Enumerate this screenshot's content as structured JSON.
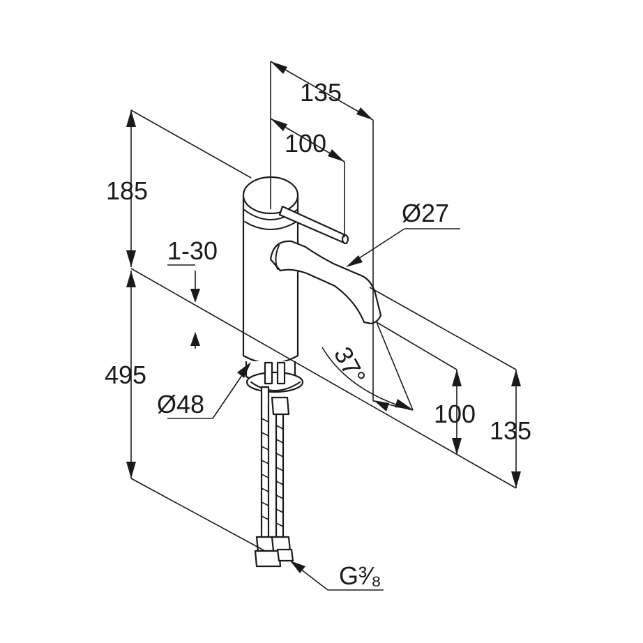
{
  "drawing": {
    "title": "",
    "dimensions": {
      "spout_reach_total": "135",
      "lever_reach": "100",
      "height_above_deck": "185",
      "spout_diameter": "Ø27",
      "deck_thickness": "1-30",
      "base_diameter": "Ø48",
      "hose_length": "495",
      "spout_angle": "37°",
      "spout_height": "100",
      "lever_height": "135",
      "connection_thread": "G³⁄₈"
    },
    "colors": {
      "line": "#1a1a1a",
      "background": "#ffffff"
    }
  }
}
